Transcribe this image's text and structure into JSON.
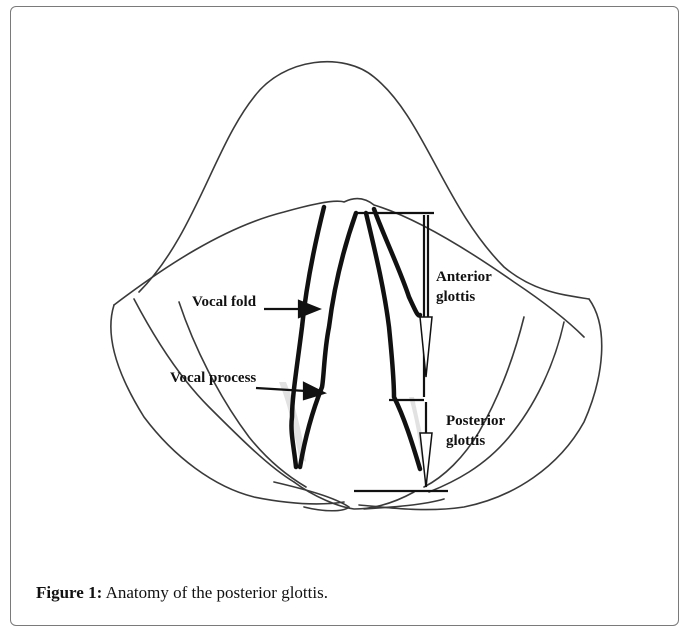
{
  "figure": {
    "labels": {
      "vocal_fold": "Vocal fold",
      "vocal_process": "Vocal process",
      "anterior_line1": "Anterior",
      "anterior_line2": "glottis",
      "posterior_line1": "Posterior",
      "posterior_line2": "glottis"
    }
  },
  "caption": {
    "label": "Figure 1:",
    "text": " Anatomy of the posterior glottis."
  }
}
